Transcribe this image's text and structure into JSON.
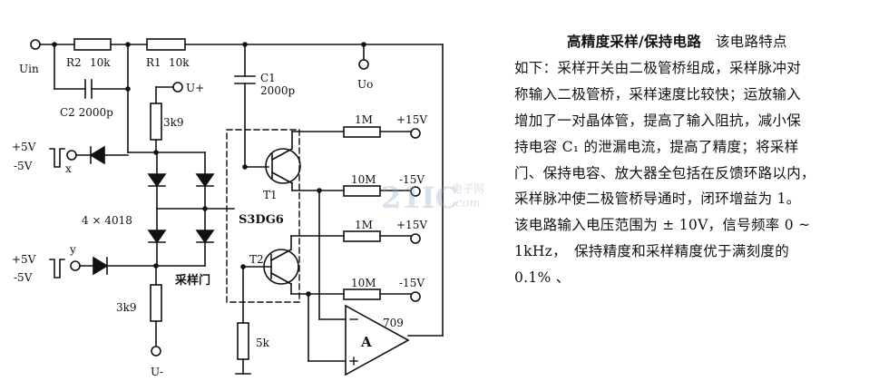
{
  "circuit": {
    "labels": {
      "uin": "Uin",
      "r2": "R2",
      "r2_val": "10k",
      "r1": "R1",
      "r1_val": "10k",
      "c2": "C2 2000p",
      "c1": "C1",
      "c1_val": "2000p",
      "uo": "Uo",
      "uplus": "U+",
      "r3k9_top": "3k9",
      "plus5_top": "+5V",
      "minus5_top": "-5V",
      "x": "x",
      "diodes": "4 × 4018",
      "plus5_bot": "+5V",
      "minus5_bot": "-5V",
      "y": "y",
      "gate": "采样门",
      "r3k9_bot": "3k9",
      "uminus": "U-",
      "r1m_a": "1M",
      "p15_a": "+15V",
      "r10m_a": "10M",
      "m15_a": "-15V",
      "t1": "T1",
      "s3dg6": "S3DG6",
      "r1m_b": "1M",
      "p15_b": "+15V",
      "t2": "T2",
      "r10m_b": "10M",
      "m15_b": "-15V",
      "r5k": "5k",
      "amp": "A",
      "amp_num": "709",
      "wm_main": "21IC",
      "wm_cn": "电子网",
      "wm_com": ".com"
    }
  },
  "text": {
    "title": "高精度采样/保持电路",
    "lines": [
      "该电路特点",
      "如下：采样开关由二极管桥组成，采样脉冲对",
      "称输入二极管桥，采样速度比较快；运放输入",
      "增加了一对晶体管，提高了输入阻抗，减小保",
      "持电容 C₁ 的泄漏电流，提高了精度；将采样",
      "门、保持电容、放大器全包括在反馈环路以内，",
      "采样脉冲使二极管桥导通时，闭环增益为 1。",
      "该电路输入电压范围为 ± 10V，信号频率 0 ~",
      "1kHz，　保持精度和采样精度优于满刻度的",
      "0.1%  、"
    ]
  }
}
